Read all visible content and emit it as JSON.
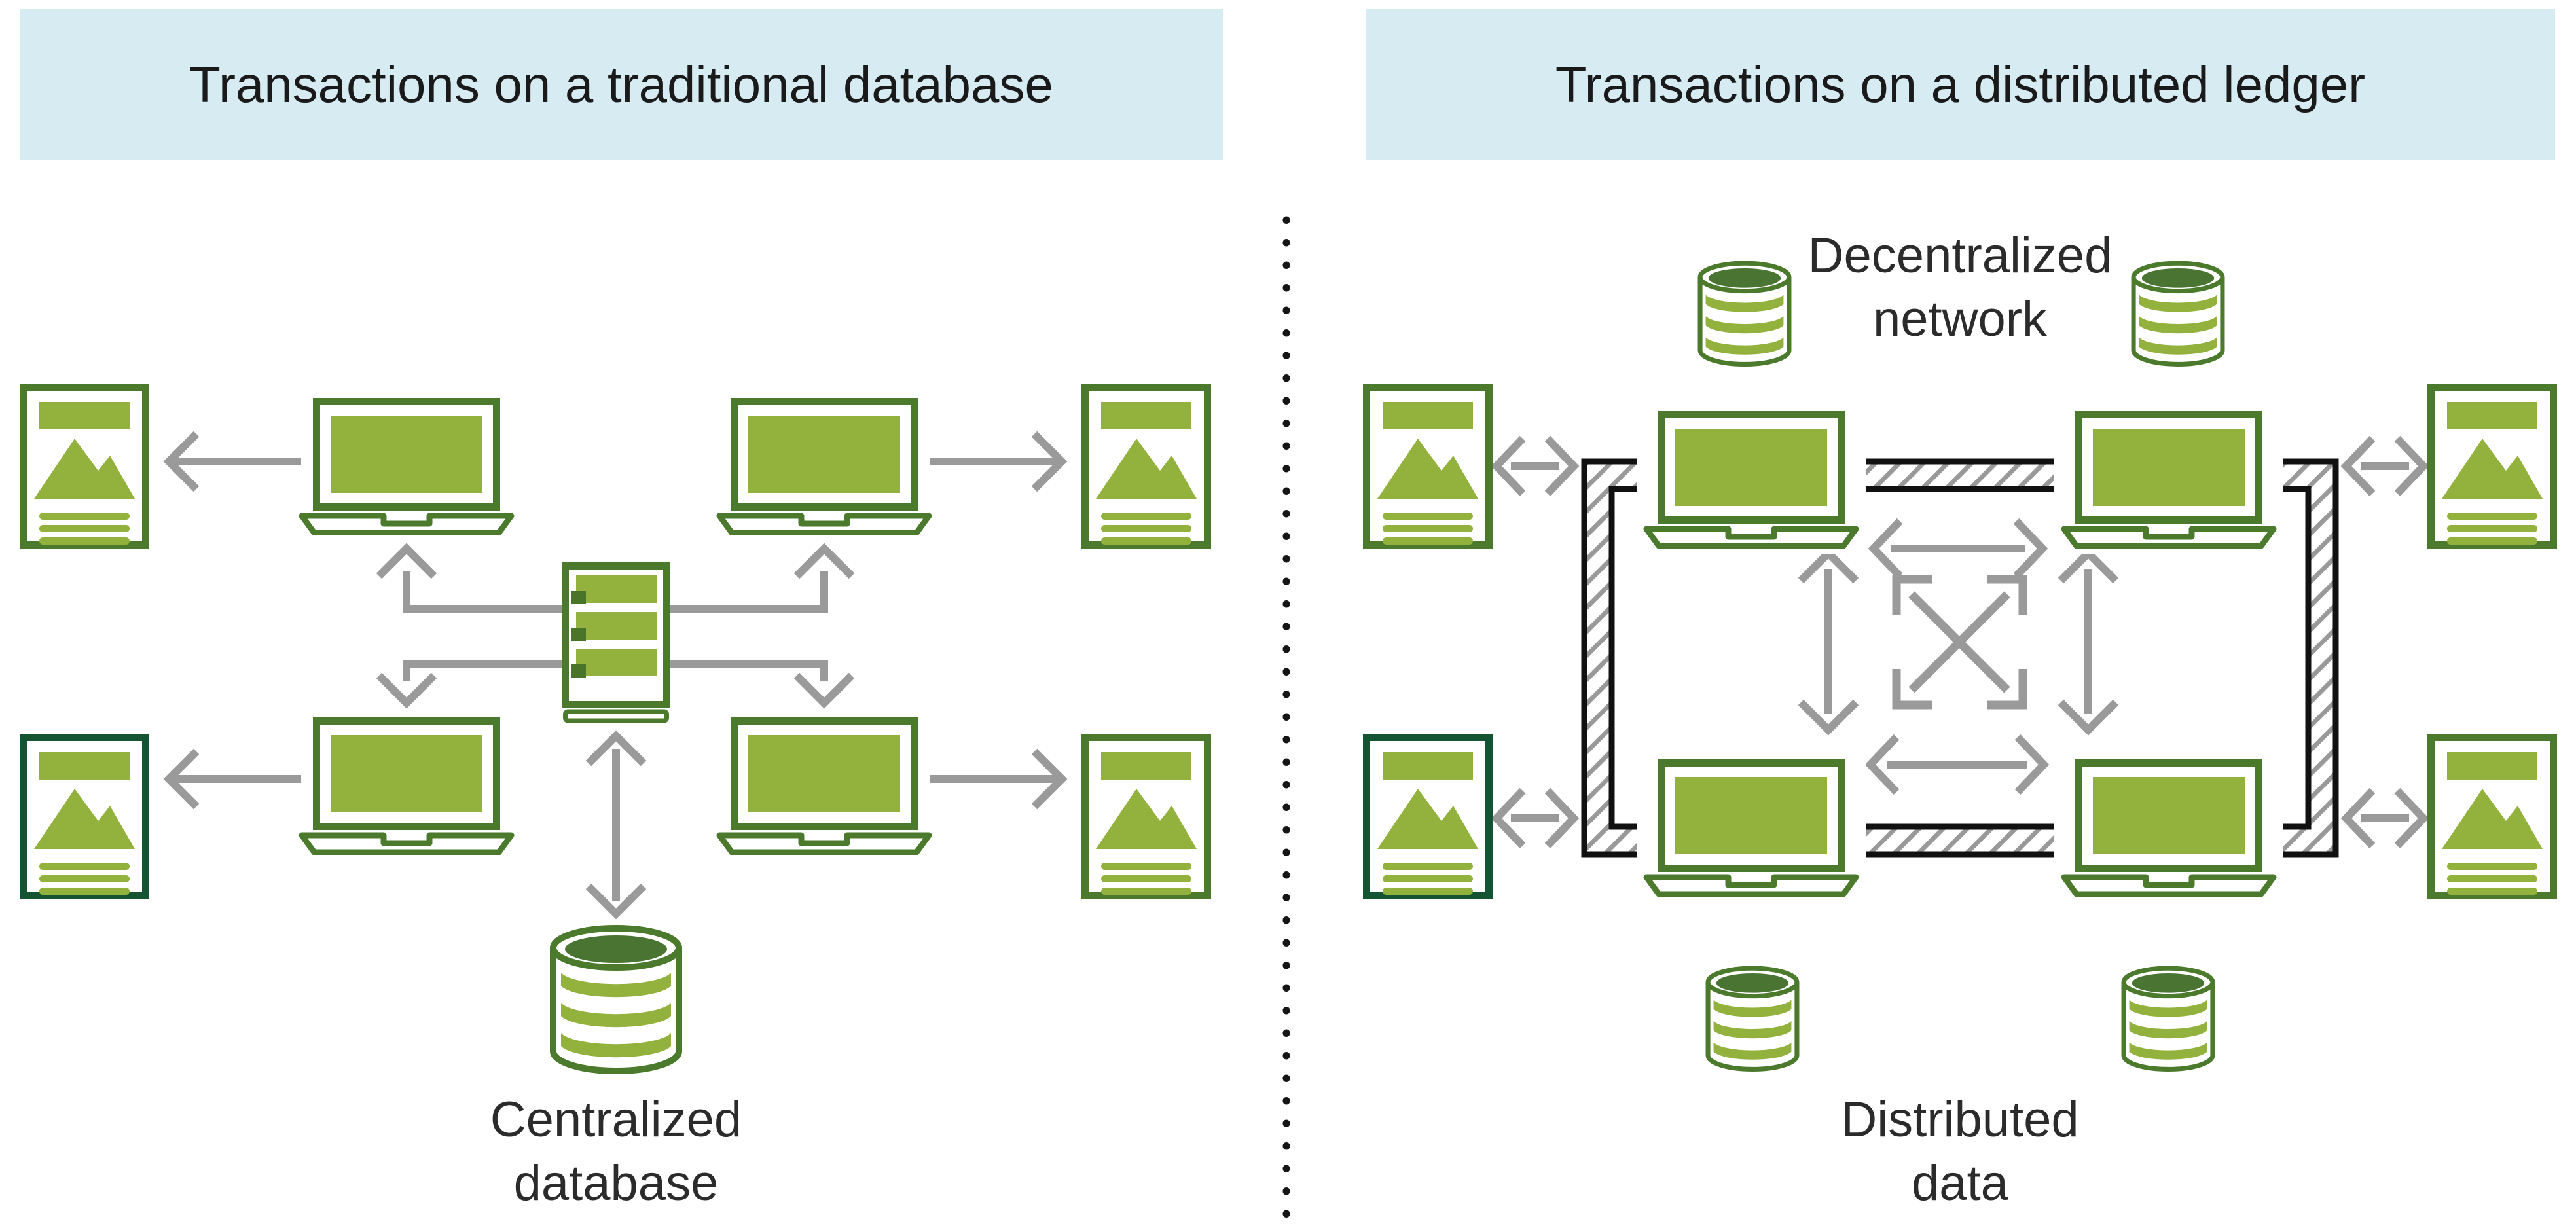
{
  "headers": {
    "left": "Transactions on a traditional database",
    "right": "Transactions on a distributed ledger"
  },
  "labels": {
    "centralized_database": [
      "Centralized",
      "database"
    ],
    "decentralized_network": [
      "Decentralized",
      "network"
    ],
    "distributed_data": [
      "Distributed",
      "data"
    ]
  },
  "colors": {
    "light_green": "#92B23D",
    "outline_green": "#4C7A2D",
    "deep_green": "#497431",
    "dark_document_green": "#155433",
    "arrow_gray": "#9A9A9A",
    "hatch_gray": "#999999",
    "frame_black": "#111111",
    "header_bg": "#D6EBF2",
    "header_text": "#1A1A1A",
    "caption_text": "#2B2B2B",
    "divider_dot": "#151515"
  },
  "icons": {
    "document-icon": "document page with heading bar, picture and text lines",
    "laptop-icon": "laptop computer with green screen",
    "database-icon": "database cylinder with stacked disks",
    "server-icon": "server tower with three drive bays",
    "arrow-icon": "gray one-way connector arrow",
    "double-arrow-icon": "gray two-way arrow",
    "crossed-arrows-icon": "crossed exchange arrows in bracket frame",
    "dotted-divider-icon": "vertical dotted separator line",
    "hatched-ring-icon": "hatched rectangular network ring"
  }
}
